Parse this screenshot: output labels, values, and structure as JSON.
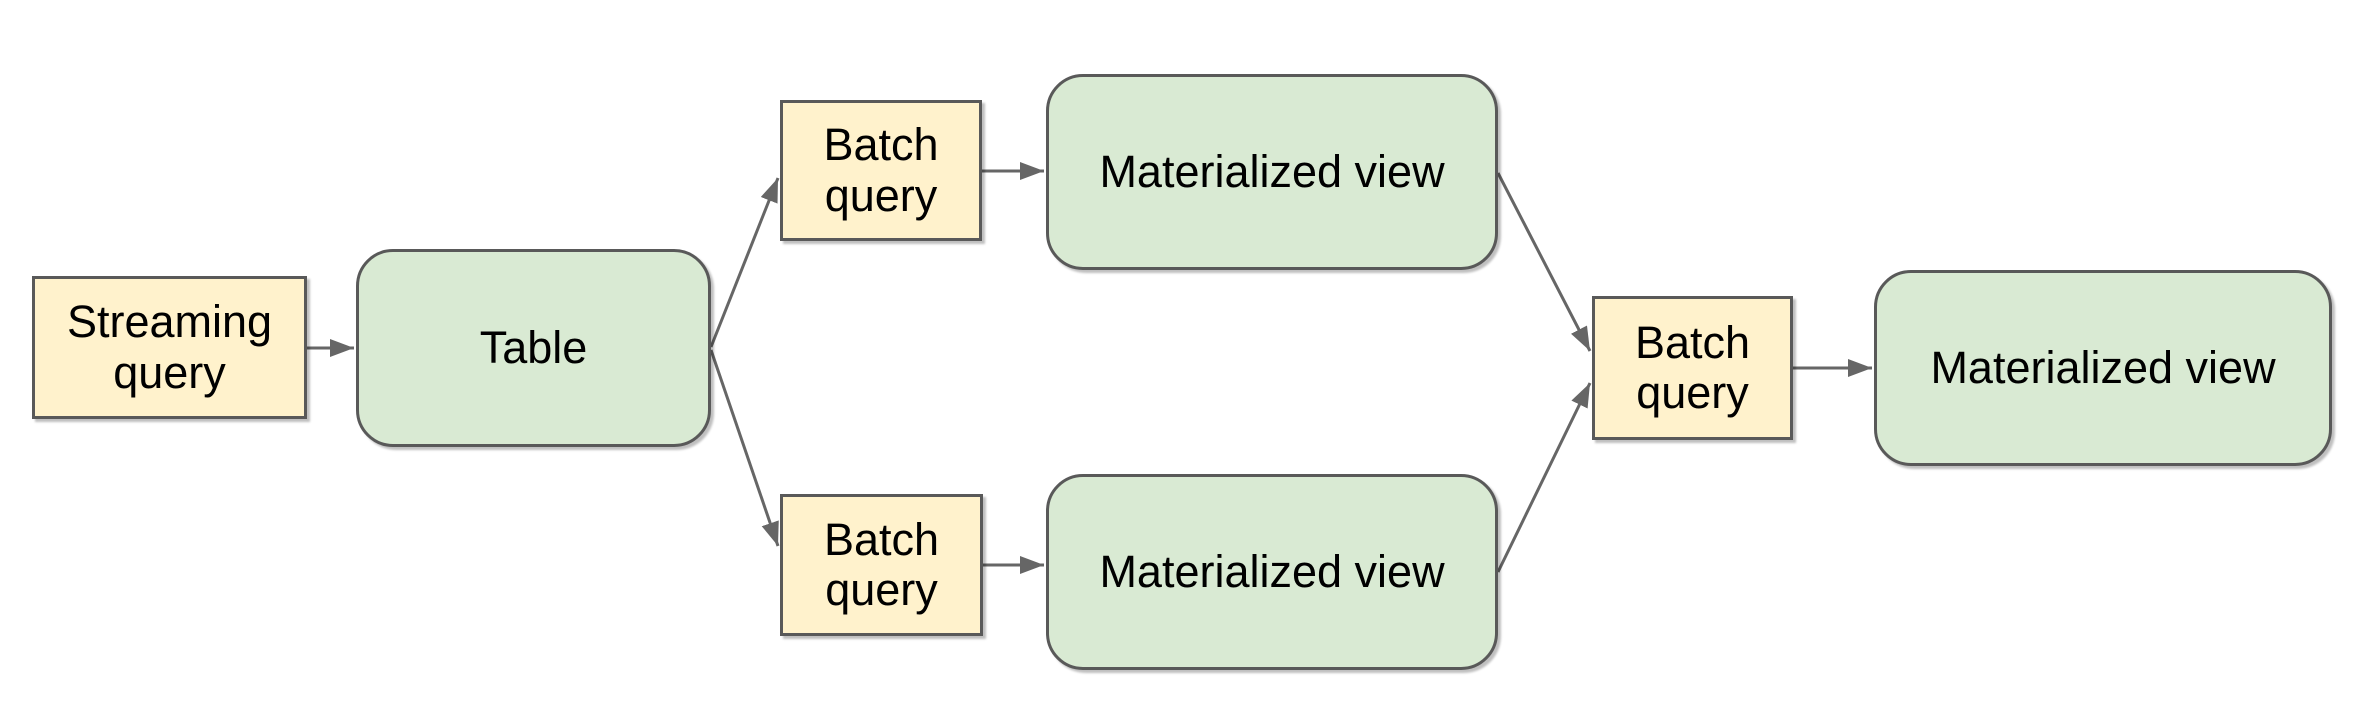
{
  "diagram": {
    "type": "flowchart",
    "background_color": "#ffffff",
    "colors": {
      "query_node_fill": "#fff2cc",
      "data_node_fill": "#d9ead3",
      "node_border": "#595959",
      "arrow": "#666666",
      "text": "#000000"
    },
    "nodes": [
      {
        "id": "streaming-query",
        "label": "Streaming query",
        "shape": "rectangle",
        "fill": "#fff2cc"
      },
      {
        "id": "table",
        "label": "Table",
        "shape": "rounded-rectangle",
        "fill": "#d9ead3"
      },
      {
        "id": "batch-query-top",
        "label": "Batch query",
        "shape": "rectangle",
        "fill": "#fff2cc"
      },
      {
        "id": "materialized-view-top",
        "label": "Materialized view",
        "shape": "rounded-rectangle",
        "fill": "#d9ead3"
      },
      {
        "id": "batch-query-bottom",
        "label": "Batch query",
        "shape": "rectangle",
        "fill": "#fff2cc"
      },
      {
        "id": "materialized-view-bottom",
        "label": "Materialized view",
        "shape": "rounded-rectangle",
        "fill": "#d9ead3"
      },
      {
        "id": "batch-query-right",
        "label": "Batch query",
        "shape": "rectangle",
        "fill": "#fff2cc"
      },
      {
        "id": "materialized-view-right",
        "label": "Materialized view",
        "shape": "rounded-rectangle",
        "fill": "#d9ead3"
      }
    ],
    "edges": [
      {
        "from": "streaming-query",
        "to": "table"
      },
      {
        "from": "table",
        "to": "batch-query-top"
      },
      {
        "from": "batch-query-top",
        "to": "materialized-view-top"
      },
      {
        "from": "table",
        "to": "batch-query-bottom"
      },
      {
        "from": "batch-query-bottom",
        "to": "materialized-view-bottom"
      },
      {
        "from": "materialized-view-top",
        "to": "batch-query-right"
      },
      {
        "from": "materialized-view-bottom",
        "to": "batch-query-right"
      },
      {
        "from": "batch-query-right",
        "to": "materialized-view-right"
      }
    ]
  }
}
